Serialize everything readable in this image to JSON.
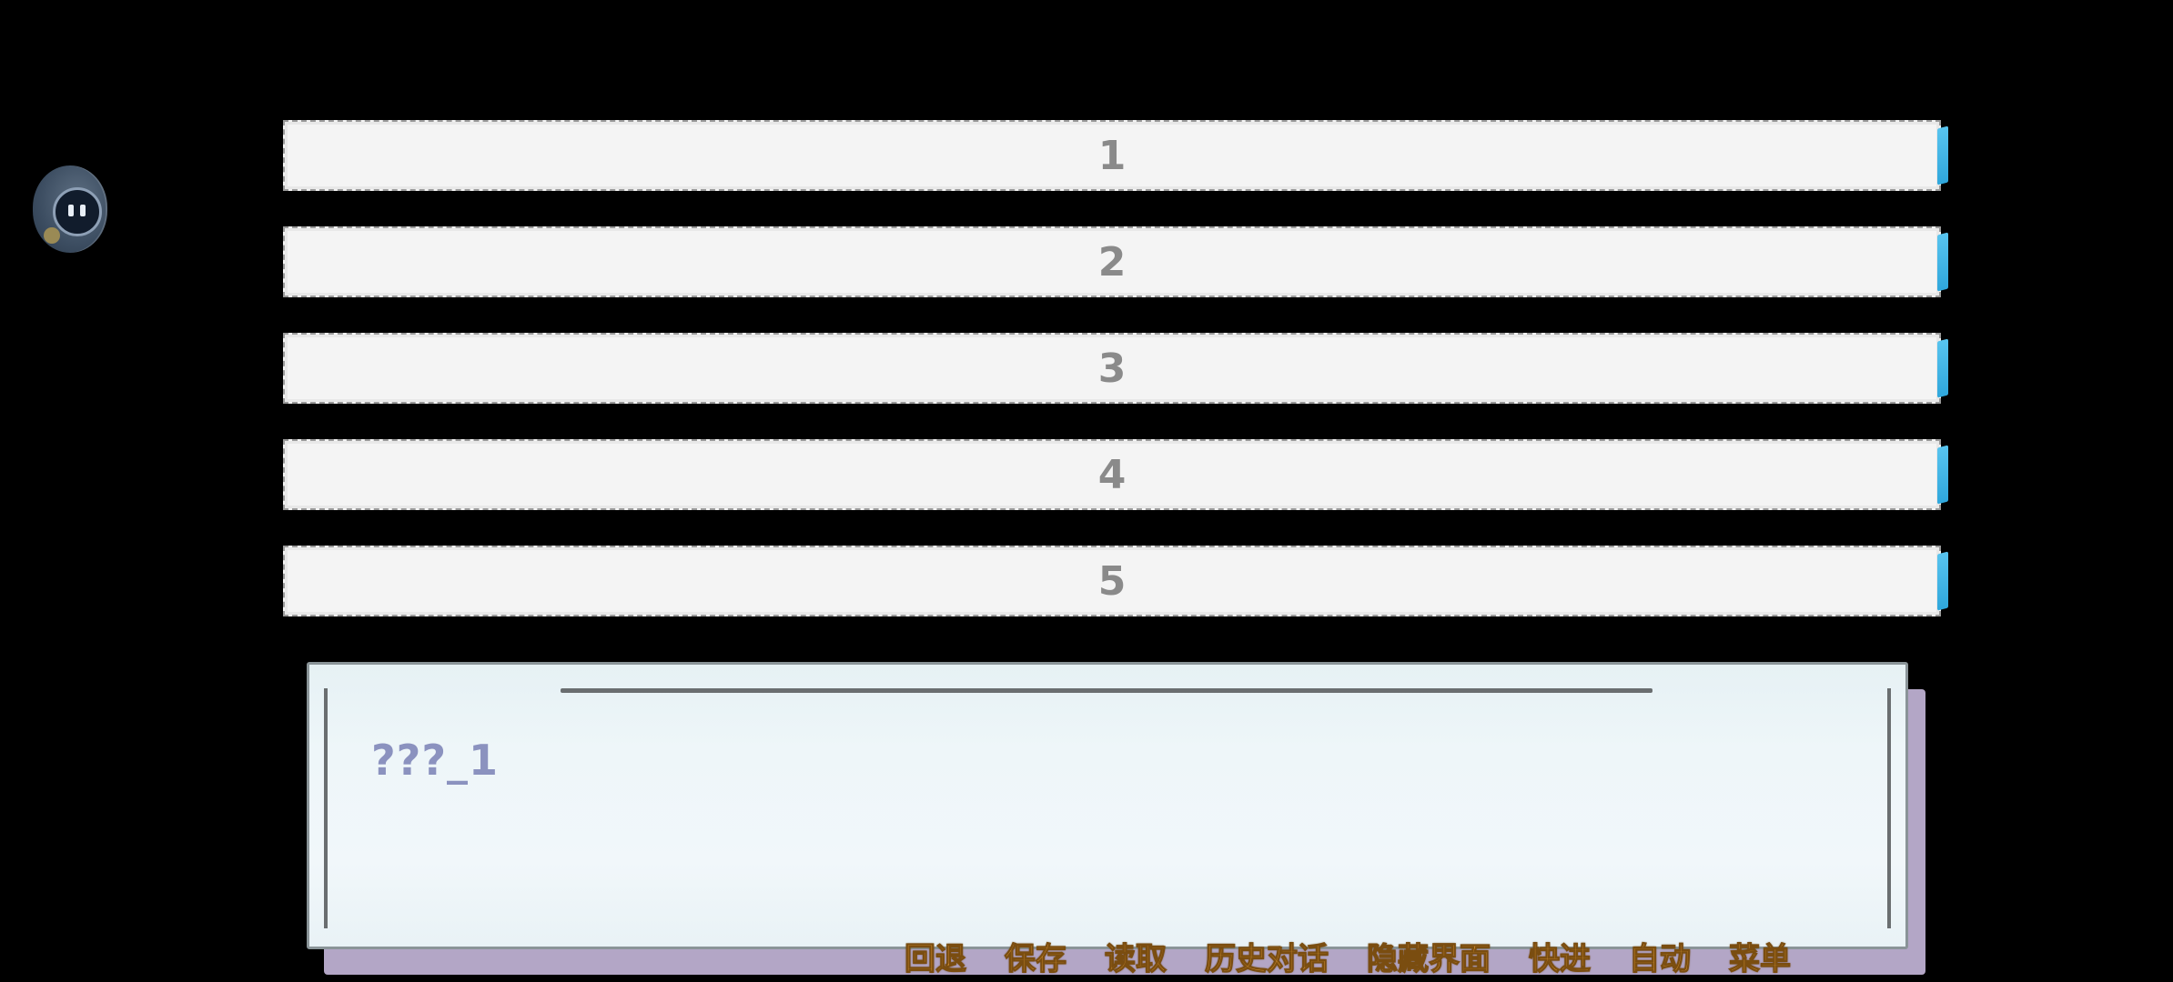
{
  "choices": [
    {
      "label": "1"
    },
    {
      "label": "2"
    },
    {
      "label": "3"
    },
    {
      "label": "4"
    },
    {
      "label": "5"
    }
  ],
  "dialog": {
    "speaker": "???_1"
  },
  "quick_menu": [
    {
      "label": "回退"
    },
    {
      "label": "保存"
    },
    {
      "label": "读取"
    },
    {
      "label": "历史对话"
    },
    {
      "label": "隐藏界面"
    },
    {
      "label": "快进"
    },
    {
      "label": "自动"
    },
    {
      "label": "菜单"
    }
  ],
  "avatar": {
    "icon": "robot-face-icon"
  },
  "colors": {
    "choice_bg": "#f4f4f4",
    "choice_tab": "#2fa7dc",
    "dialog_bg": "#eef6f9",
    "dialog_shadow": "#b3a6c6",
    "speaker_text": "#8b92bf",
    "quick_menu_text": "#f3a73c"
  }
}
